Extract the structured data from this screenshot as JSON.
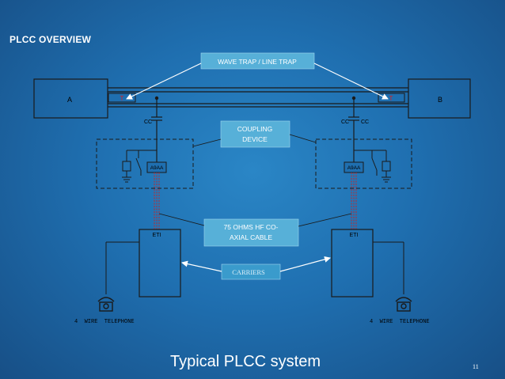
{
  "slide": {
    "title": "PLCC OVERVIEW",
    "caption": "Typical PLCC system",
    "slide_number": "11"
  },
  "diagram": {
    "stations": {
      "left": "A",
      "right": "B"
    },
    "trap_mark": "T",
    "capacitor_label": "CC",
    "matching_unit_label": "A9AA",
    "equipment_label": "ETI",
    "telephone_label": "4  WIRE  TELEPHONE",
    "callouts": {
      "wave_trap": "WAVE TRAP / LINE TRAP",
      "coupling_line1": "COUPLING",
      "coupling_line2": "DEVICE",
      "cable_line1": "75 OHMS HF CO-",
      "cable_line2": "AXIAL CABLE",
      "carriers": "CARRIERS"
    }
  },
  "colors": {
    "line": "#1a1a1a",
    "trap_red": "#d62020",
    "cable_red": "#c42727",
    "callout_fill": "#57b0d8",
    "callout_text": "#ffffff",
    "carriers_fill": "#3a9bcc",
    "arrow": "#ffffff"
  }
}
